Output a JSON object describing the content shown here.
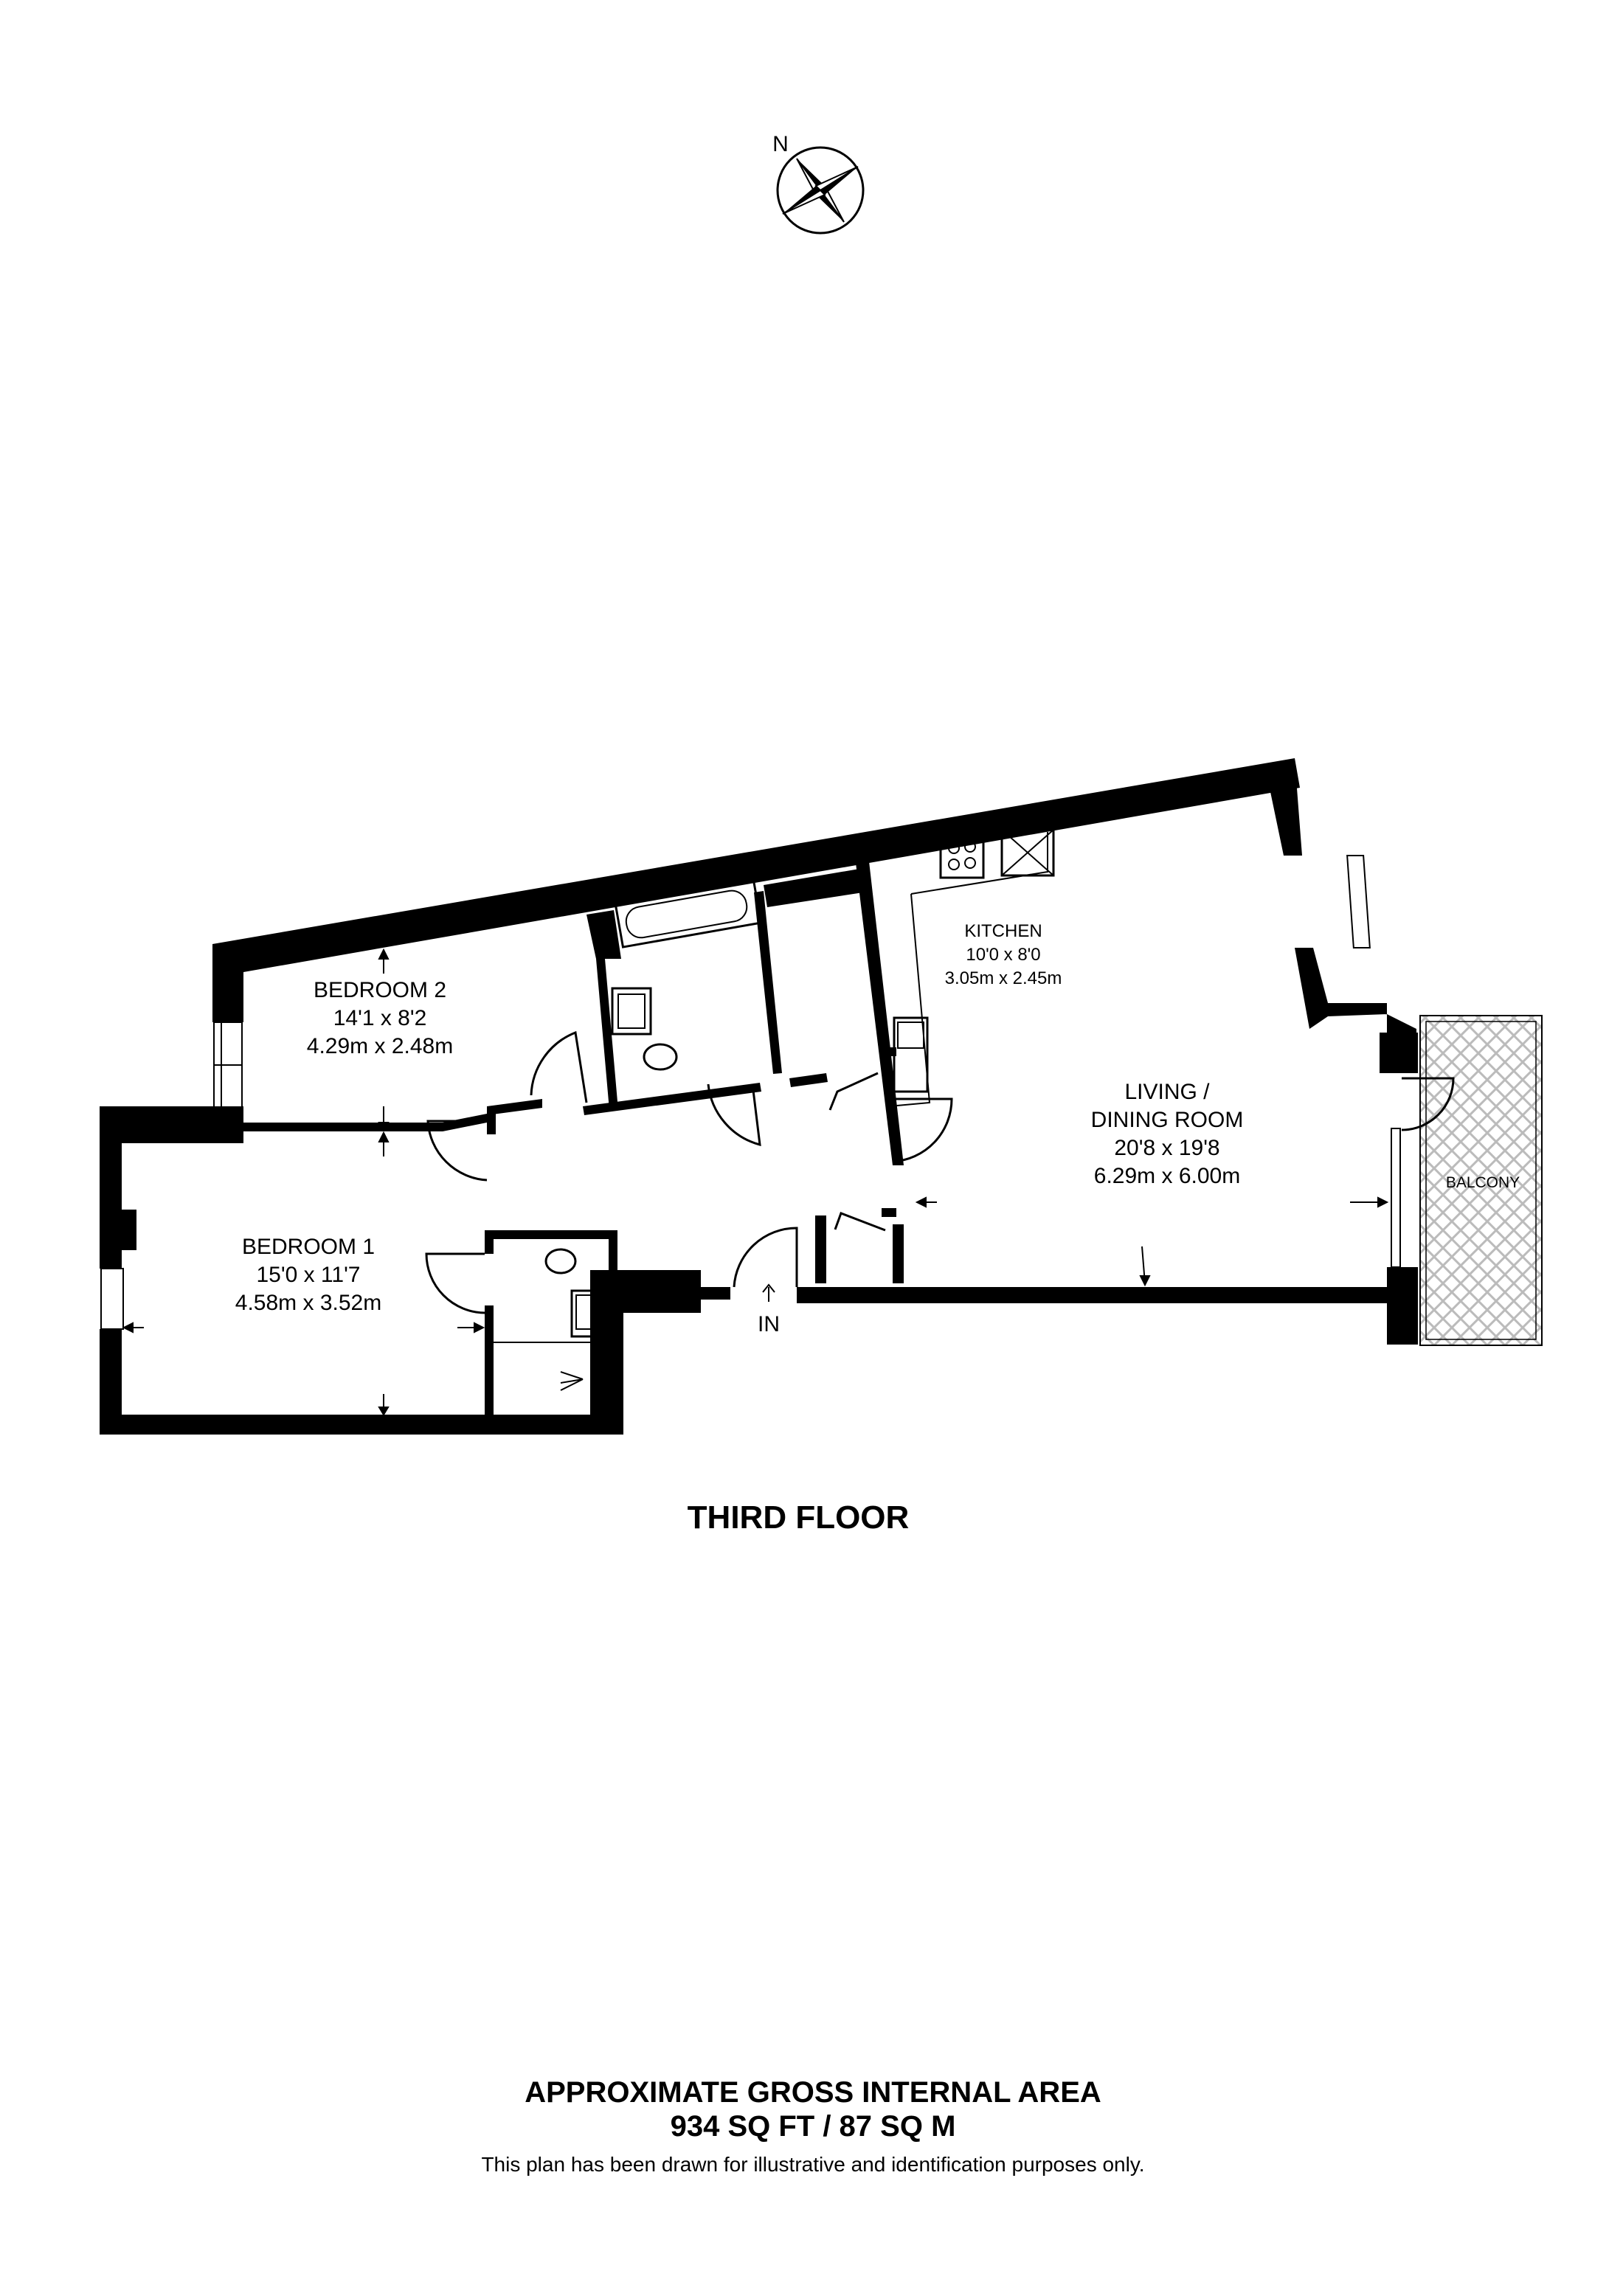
{
  "compass": {
    "north_label": "N"
  },
  "rooms": {
    "bedroom2": {
      "name": "BEDROOM 2",
      "imperial": "14'1 x 8'2",
      "metric": "4.29m x 2.48m"
    },
    "bedroom1": {
      "name": "BEDROOM 1",
      "imperial": "15'0 x 11'7",
      "metric": "4.58m x 3.52m"
    },
    "kitchen": {
      "name": "KITCHEN",
      "imperial": "10'0 x 8'0",
      "metric": "3.05m x 2.45m"
    },
    "living": {
      "name_line1": "LIVING /",
      "name_line2": "DINING ROOM",
      "imperial": "20'8 x 19'8",
      "metric": "6.29m x 6.00m"
    },
    "balcony": {
      "name": "BALCONY"
    }
  },
  "entrance_label": "IN",
  "floor_title": "THIRD FLOOR",
  "area": {
    "title": "APPROXIMATE GROSS INTERNAL AREA",
    "value": "934 SQ FT / 87 SQ M"
  },
  "disclaimer": "This plan has been drawn for illustrative and identification purposes only.",
  "colors": {
    "wall": "#000000",
    "balcony_hatch": "#bbbbbb"
  }
}
